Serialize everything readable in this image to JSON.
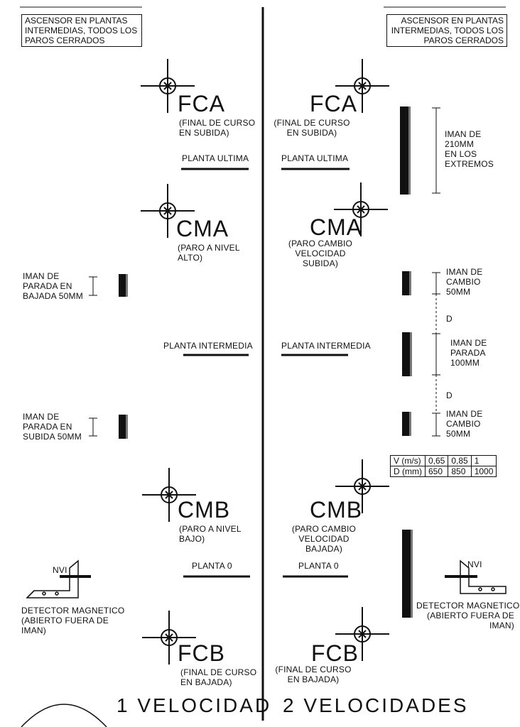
{
  "left_panel": {
    "header": [
      "ASCENSOR EN PLANTAS",
      "INTERMEDIAS, TODOS LOS",
      "PAROS CERRADOS"
    ],
    "fca_label": "FCA",
    "fca_note": [
      "(FINAL DE CURSO",
      "EN SUBIDA)"
    ],
    "floor_top": "PLANTA ULTIMA",
    "cma_label": "CMA",
    "cma_note": [
      "(PARO A NIVEL",
      "ALTO)"
    ],
    "iman_parada_bajada": [
      "IMAN DE",
      "PARADA EN",
      "BAJADA 50mm"
    ],
    "floor_mid": "PLANTA INTERMEDIA",
    "iman_parada_subida": [
      "IMAN DE",
      "PARADA EN",
      "SUBIDA 50mm"
    ],
    "cmb_label": "CMB",
    "cmb_note": [
      "(PARO A NIVEL",
      "BAJO)"
    ],
    "floor_bottom": "PLANTA 0",
    "nvi_label": "NVI",
    "detector_note": [
      "DETECTOR MAGNETICO",
      "(ABIERTO FUERA DE",
      "IMAN)"
    ],
    "fcb_label": "FCB",
    "fcb_note": [
      "(FINAL DE CURSO",
      "EN BAJADA)"
    ],
    "footer_title": "1 VELOCIDAD"
  },
  "right_panel": {
    "header": [
      "ASCENSOR EN PLANTAS",
      "INTERMEDIAS, TODOS LOS",
      "PAROS CERRADOS"
    ],
    "fca_label": "FCA",
    "fca_note": [
      "(FINAL DE CURSO",
      "EN SUBIDA)"
    ],
    "floor_top": "PLANTA ULTIMA",
    "iman_extremos": [
      "IMAN DE",
      "210mm",
      "EN LOS",
      "EXTREMOS"
    ],
    "cma_label": "CMA",
    "cma_note": [
      "(PARO CAMBIO",
      "VELOCIDAD",
      "SUBIDA)"
    ],
    "iman_cambio_top": [
      "IMAN DE",
      "CAMBIO",
      "50mm"
    ],
    "d_top": "D",
    "floor_mid": "PLANTA INTERMEDIA",
    "iman_parada": [
      "IMAN DE",
      "PARADA",
      "100mm"
    ],
    "d_bottom": "D",
    "iman_cambio_bottom": [
      "IMAN DE",
      "CAMBIO",
      "50mm"
    ],
    "speed_table": {
      "rows": [
        [
          "V (m/s)",
          "0,65",
          "0,85",
          "1"
        ],
        [
          "D (mm)",
          "650",
          "850",
          "1000"
        ]
      ]
    },
    "cmb_label": "CMB",
    "cmb_note": [
      "(PARO CAMBIO",
      "VELOCIDAD",
      "BAJADA)"
    ],
    "floor_bottom": "PLANTA 0",
    "nvi_label": "NVI",
    "detector_note": [
      "DETECTOR MAGNETICO",
      "(ABIERTO FUERA DE",
      "IMAN)"
    ],
    "fcb_label": "FCB",
    "fcb_note": [
      "(FINAL DE CURSO",
      "EN BAJADA)"
    ],
    "footer_title": "2 VELOCIDADES"
  }
}
